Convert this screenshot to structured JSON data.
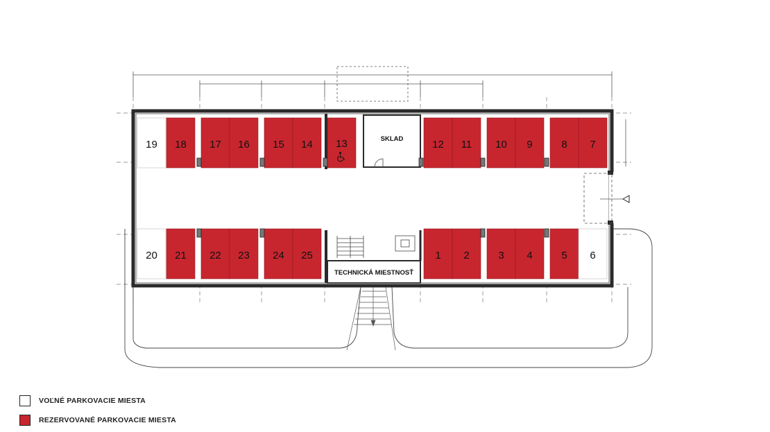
{
  "colors": {
    "reserved": "#c8262f",
    "free": "#ffffff",
    "wall": "#2a2a2a",
    "line": "#444444"
  },
  "rooms": {
    "storage": "SKLAD",
    "technical": "TECHNICKÁ MIESTNOSŤ"
  },
  "spots_top": [
    {
      "label": "19",
      "status": "free"
    },
    {
      "label": "18",
      "status": "reserved"
    },
    {
      "label": "17",
      "status": "reserved"
    },
    {
      "label": "16",
      "status": "reserved"
    },
    {
      "label": "15",
      "status": "reserved"
    },
    {
      "label": "14",
      "status": "reserved"
    },
    {
      "label": "13",
      "status": "reserved",
      "accessible": true
    },
    {
      "label": "12",
      "status": "reserved"
    },
    {
      "label": "11",
      "status": "reserved"
    },
    {
      "label": "10",
      "status": "reserved"
    },
    {
      "label": "9",
      "status": "reserved"
    },
    {
      "label": "8",
      "status": "reserved"
    },
    {
      "label": "7",
      "status": "reserved"
    }
  ],
  "spots_bottom": [
    {
      "label": "20",
      "status": "free"
    },
    {
      "label": "21",
      "status": "reserved"
    },
    {
      "label": "22",
      "status": "reserved"
    },
    {
      "label": "23",
      "status": "reserved"
    },
    {
      "label": "24",
      "status": "reserved"
    },
    {
      "label": "25",
      "status": "reserved"
    },
    {
      "label": "1",
      "status": "reserved"
    },
    {
      "label": "2",
      "status": "reserved"
    },
    {
      "label": "3",
      "status": "reserved"
    },
    {
      "label": "4",
      "status": "reserved"
    },
    {
      "label": "5",
      "status": "reserved"
    },
    {
      "label": "6",
      "status": "free"
    }
  ],
  "legend": {
    "free_label": "VOĽNÉ PARKOVACIE MIESTA",
    "reserved_label": "REZERVOVANÉ PARKOVACIE MIESTA"
  },
  "icons": {
    "accessible": "wheelchair-icon",
    "entrance": "entrance-arrow-icon"
  }
}
